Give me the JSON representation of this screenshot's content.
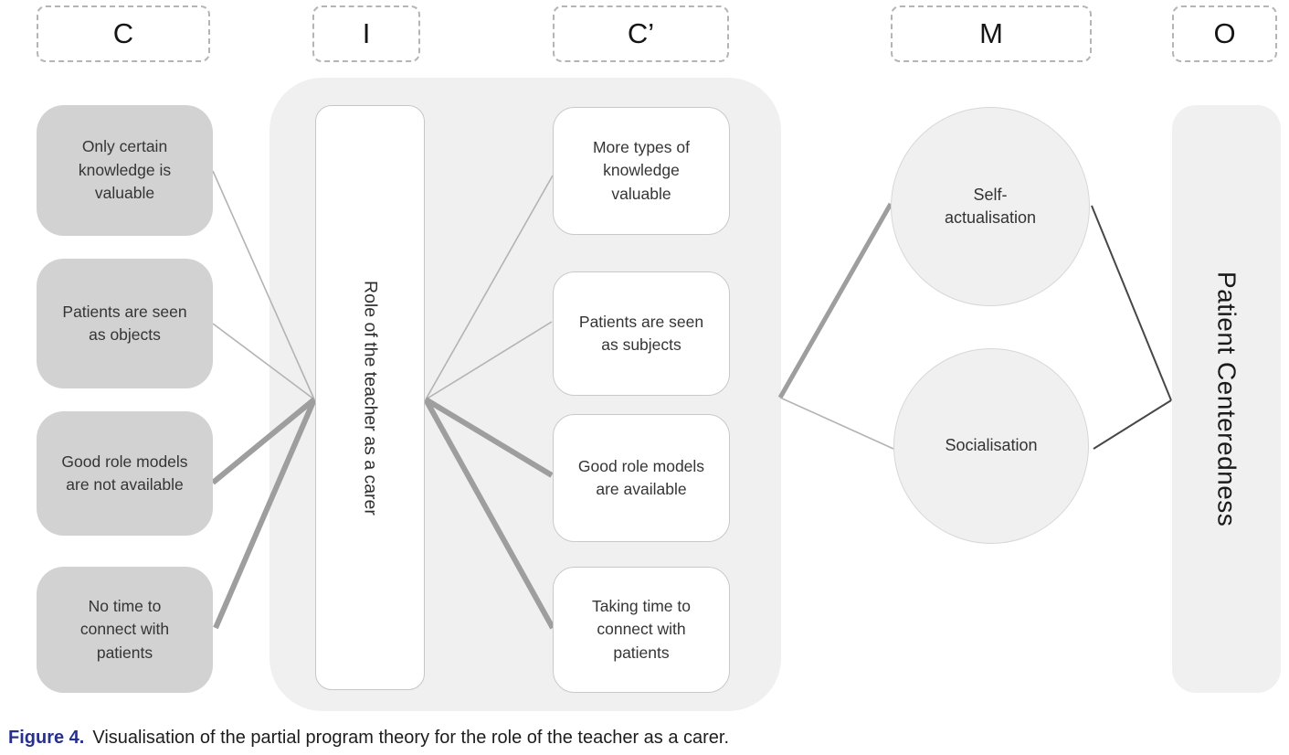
{
  "figure": {
    "caption_label": "Figure 4.",
    "caption_text": "Visualisation of the partial program theory for the role of the teacher as a carer."
  },
  "headers": {
    "c": "C",
    "i": "I",
    "c_prime": "C’",
    "m": "M",
    "o": "O"
  },
  "context_boxes": [
    {
      "label": "Only certain knowledge is valuable"
    },
    {
      "label": "Patients are seen as objects"
    },
    {
      "label": "Good role models are not available"
    },
    {
      "label": "No time to connect with patients"
    }
  ],
  "intervention": {
    "label": "Role of the teacher as a carer"
  },
  "new_context_boxes": [
    {
      "label": "More types of knowledge valuable"
    },
    {
      "label": "Patients are seen as subjects"
    },
    {
      "label": "Good role models are available"
    },
    {
      "label": "Taking time to connect with patients"
    }
  ],
  "mechanisms": [
    {
      "label": "Self-actualisation"
    },
    {
      "label": "Socialisation"
    }
  ],
  "outcome": {
    "label": "Patient Centeredness"
  },
  "connections": [
    {
      "from": "Only certain knowledge is valuable",
      "to": "Role of the teacher as a carer",
      "weight": "thin"
    },
    {
      "from": "Patients are seen as objects",
      "to": "Role of the teacher as a carer",
      "weight": "thin"
    },
    {
      "from": "Good role models are not available",
      "to": "Role of the teacher as a carer",
      "weight": "thick"
    },
    {
      "from": "No time to connect with patients",
      "to": "Role of the teacher as a carer",
      "weight": "thick"
    },
    {
      "from": "Role of the teacher as a carer",
      "to": "More types of knowledge valuable",
      "weight": "thin"
    },
    {
      "from": "Role of the teacher as a carer",
      "to": "Patients are seen as subjects",
      "weight": "thin"
    },
    {
      "from": "Role of the teacher as a carer",
      "to": "Good role models are available",
      "weight": "thick"
    },
    {
      "from": "Role of the teacher as a carer",
      "to": "Taking time to connect with patients",
      "weight": "thick"
    },
    {
      "from": "New context",
      "to": "Self-actualisation",
      "weight": "thick"
    },
    {
      "from": "New context",
      "to": "Socialisation",
      "weight": "thin"
    },
    {
      "from": "Self-actualisation",
      "to": "Patient Centeredness",
      "weight": "dark"
    },
    {
      "from": "Socialisation",
      "to": "Patient Centeredness",
      "weight": "dark"
    }
  ],
  "colors": {
    "context_box_fill": "#d2d2d2",
    "container_fill": "#f0f0f0",
    "white_box_fill": "#ffffff",
    "thin_line": "#b3b3b3",
    "thick_line": "#9e9e9e",
    "dark_line": "#474747",
    "caption_accent": "#27308c"
  }
}
